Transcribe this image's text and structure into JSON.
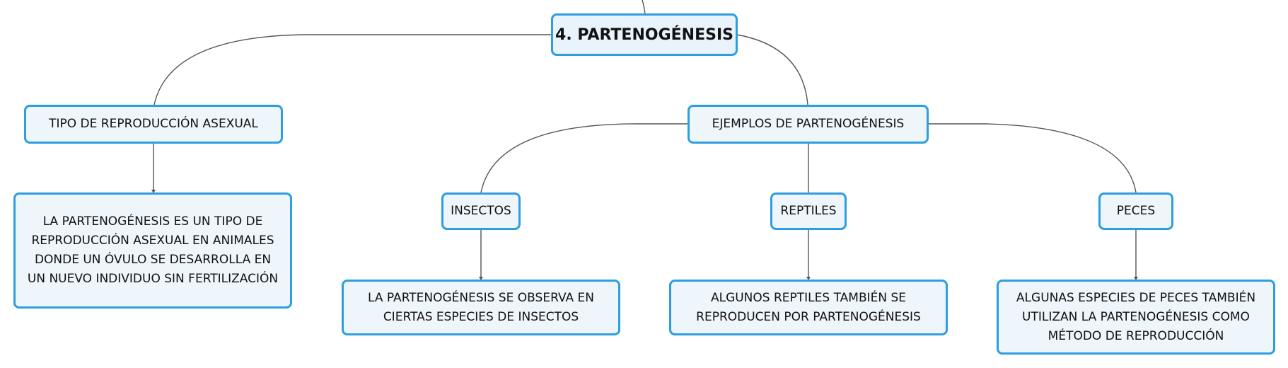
{
  "colors": {
    "node_border": "#2d9ee0",
    "node_fill": "#eef5fb",
    "line": "#555555",
    "text": "#111111"
  },
  "root": {
    "label": "4. PARTENOGÉNESIS"
  },
  "branches": {
    "tipo": {
      "label": "TIPO DE REPRODUCCIÓN ASEXUAL",
      "detail": "LA PARTENOGÉNESIS ES UN TIPO DE REPRODUCCIÓN ASEXUAL EN ANIMALES DONDE UN ÓVULO SE DESARROLLA EN UN NUEVO INDIVIDUO SIN FERTILIZACIÓN"
    },
    "ejemplos": {
      "label": "EJEMPLOS DE PARTENOGÉNESIS",
      "insectos": {
        "label": "INSECTOS",
        "detail": "LA PARTENOGÉNESIS SE OBSERVA EN CIERTAS ESPECIES DE INSECTOS"
      },
      "reptiles": {
        "label": "REPTILES",
        "detail": "ALGUNOS REPTILES TAMBIÉN SE REPRODUCEN POR PARTENOGÉNESIS"
      },
      "peces": {
        "label": "PECES",
        "detail": "ALGUNAS ESPECIES DE PECES TAMBIÉN UTILIZAN LA PARTENOGÉNESIS COMO MÉTODO DE REPRODUCCIÓN"
      }
    }
  }
}
